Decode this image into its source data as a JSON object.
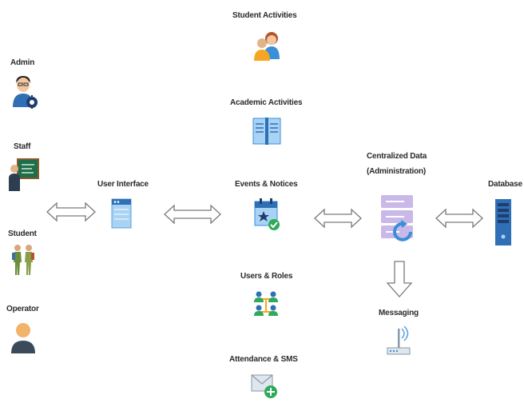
{
  "actors": {
    "admin": "Admin",
    "staff": "Staff",
    "student": "Student",
    "operator": "Operator"
  },
  "user_interface": "User Interface",
  "modules": {
    "student_activities": "Student Activities",
    "academic_activities": "Academic Activities",
    "events_notices": "Events & Notices",
    "users_roles": "Users & Roles",
    "attendance_sms": "Attendance & SMS"
  },
  "centralized": {
    "line1": "Centralized Data",
    "line2": "(Administration)"
  },
  "database": "Database",
  "messaging": "Messaging",
  "icons": {
    "admin": "admin-gear-icon",
    "staff": "staff-board-icon",
    "student": "students-walking-icon",
    "operator": "operator-icon",
    "user_interface": "window-icon",
    "student_activities": "two-people-icon",
    "academic_activities": "open-book-icon",
    "events_notices": "calendar-check-icon",
    "users_roles": "users-network-icon",
    "attendance_sms": "mail-add-icon",
    "centralized": "server-sync-icon",
    "database": "server-tower-icon",
    "messaging": "router-icon"
  },
  "colors": {
    "arrow_outline": "#7a7a7a",
    "blue": "#3a8fd9",
    "light_blue": "#a9d3f5",
    "lavender": "#c9b8e8",
    "navy": "#1f3d6e"
  }
}
